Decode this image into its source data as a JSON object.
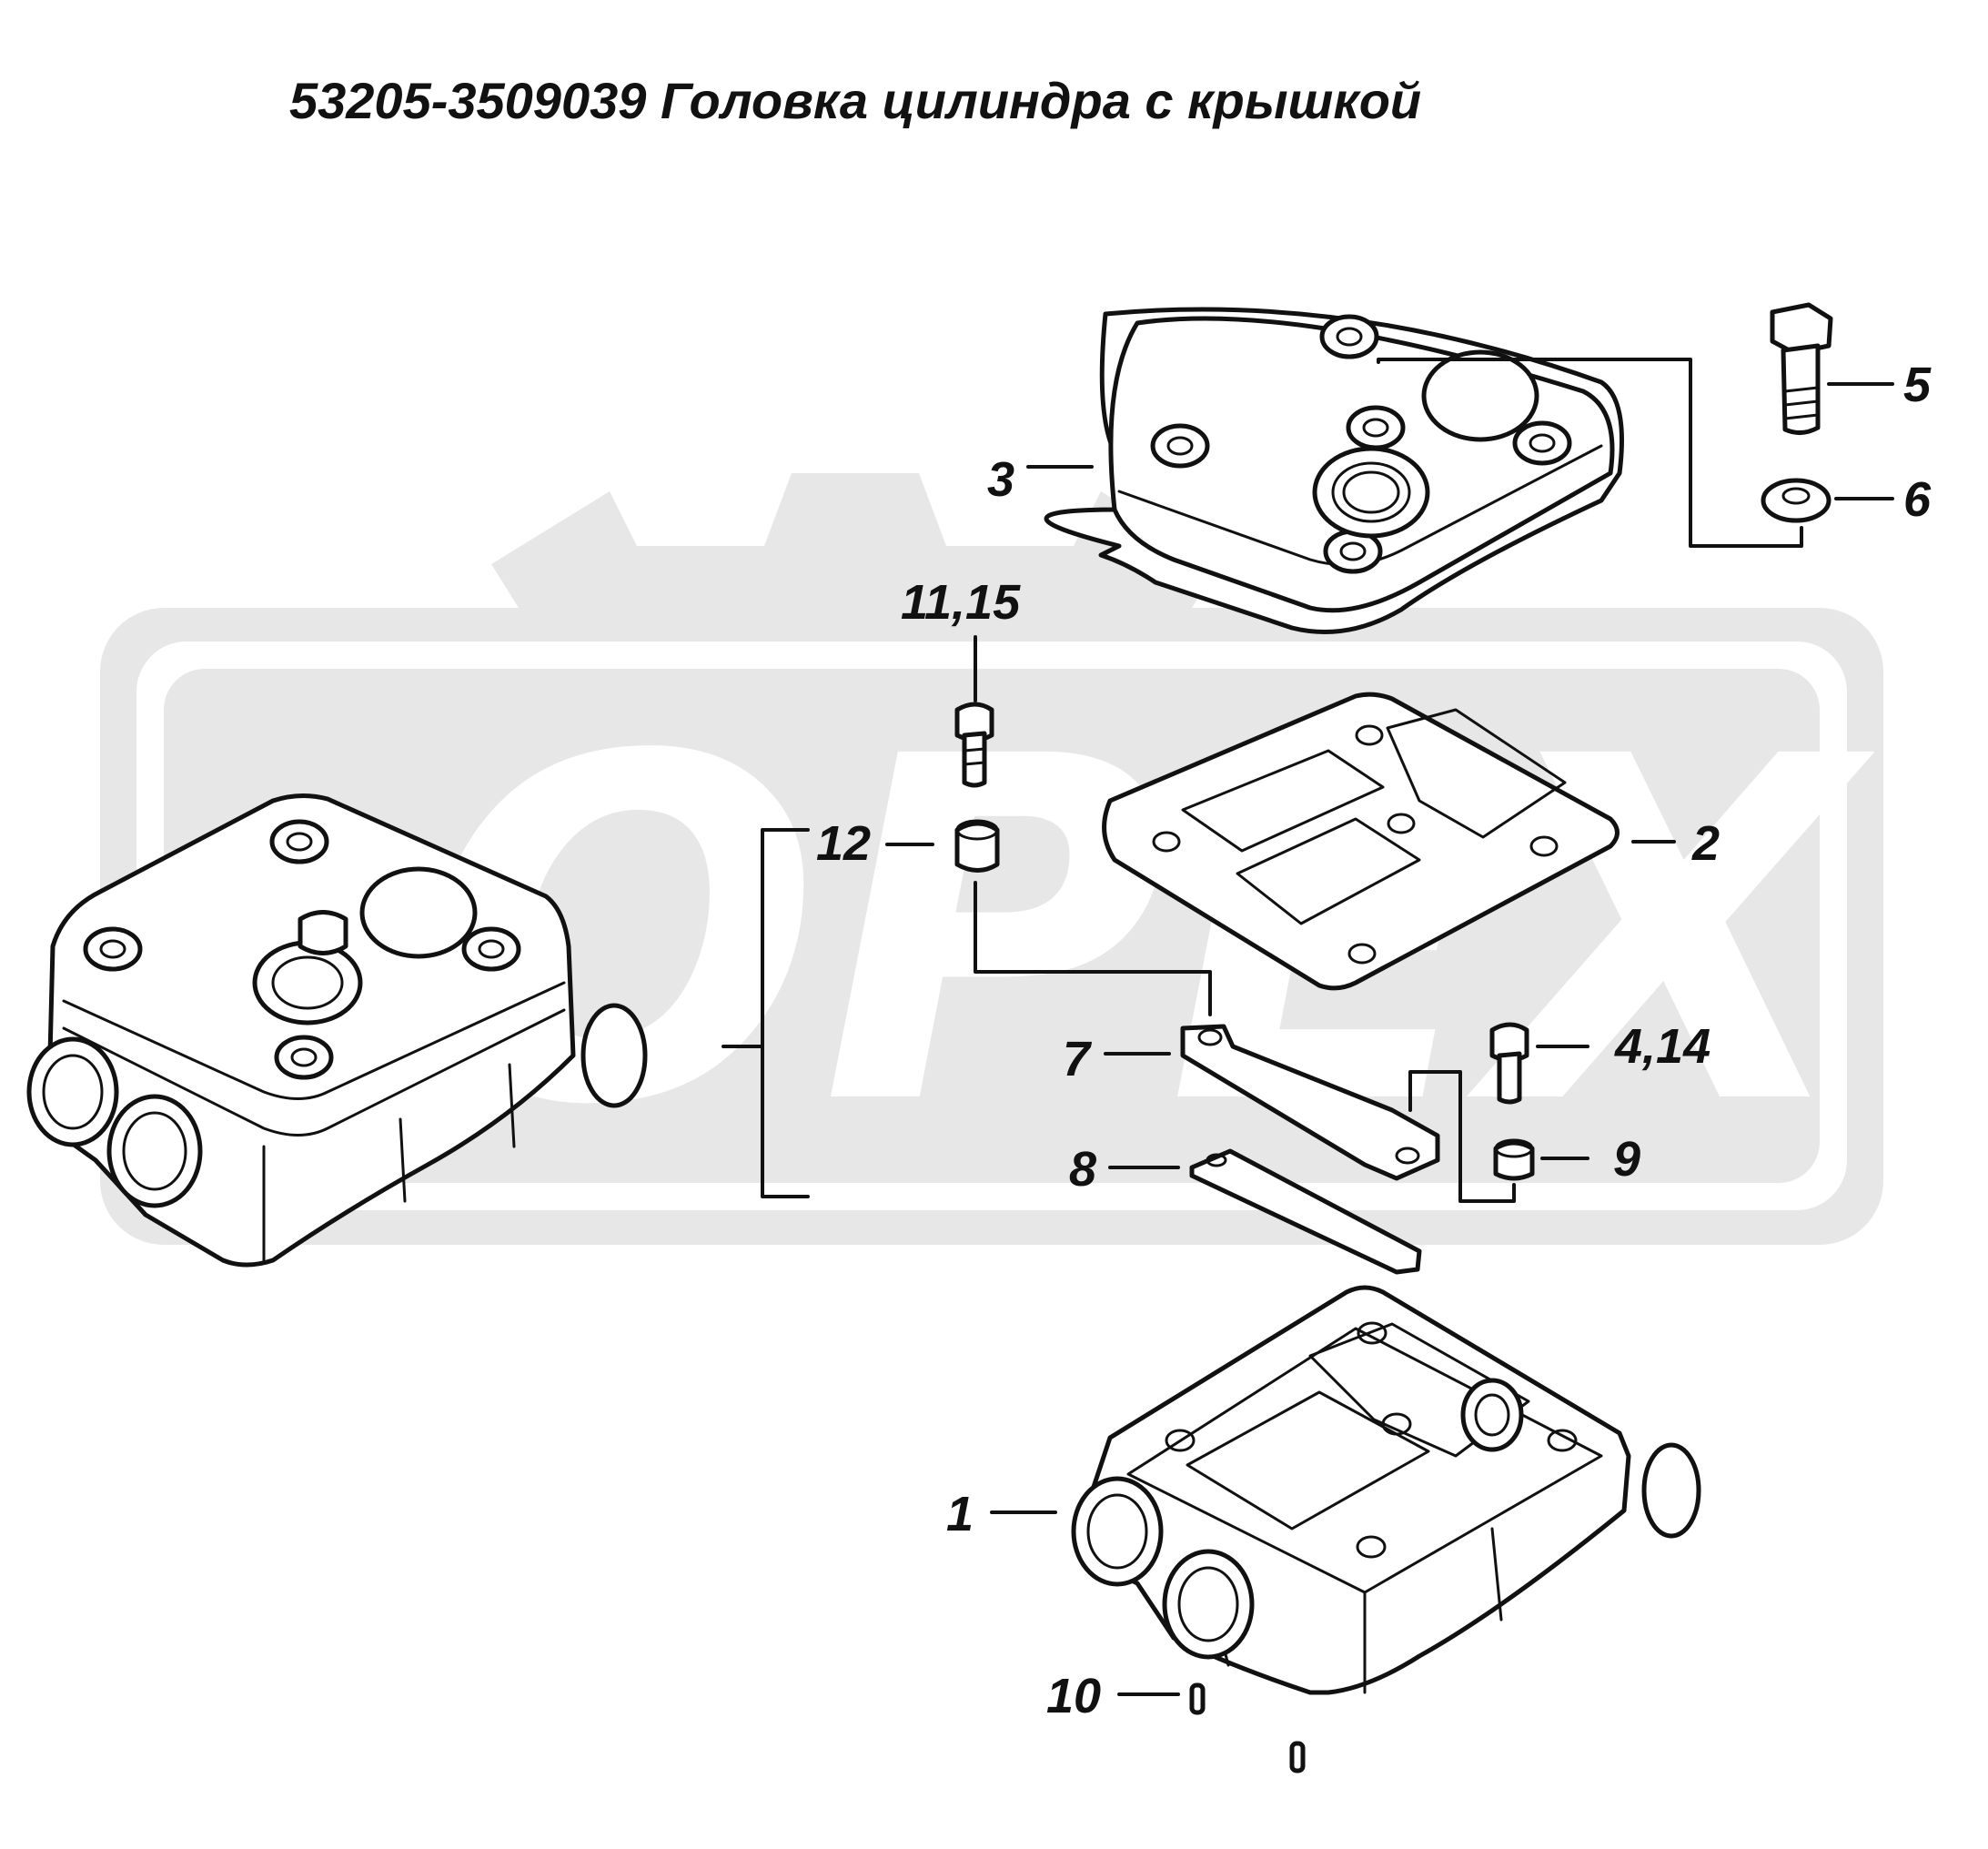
{
  "title": "53205-3509039  Головка цилиндра с крышкой",
  "callouts": {
    "c1": "1",
    "c2": "2",
    "c3": "3",
    "c4_14": "4,14",
    "c5": "5",
    "c6": "6",
    "c7": "7",
    "c8": "8",
    "c9": "9",
    "c10": "10",
    "c11_15": "11,15",
    "c12": "12"
  },
  "watermark": {
    "text": "OPEX",
    "color": "#e7e7e7"
  }
}
